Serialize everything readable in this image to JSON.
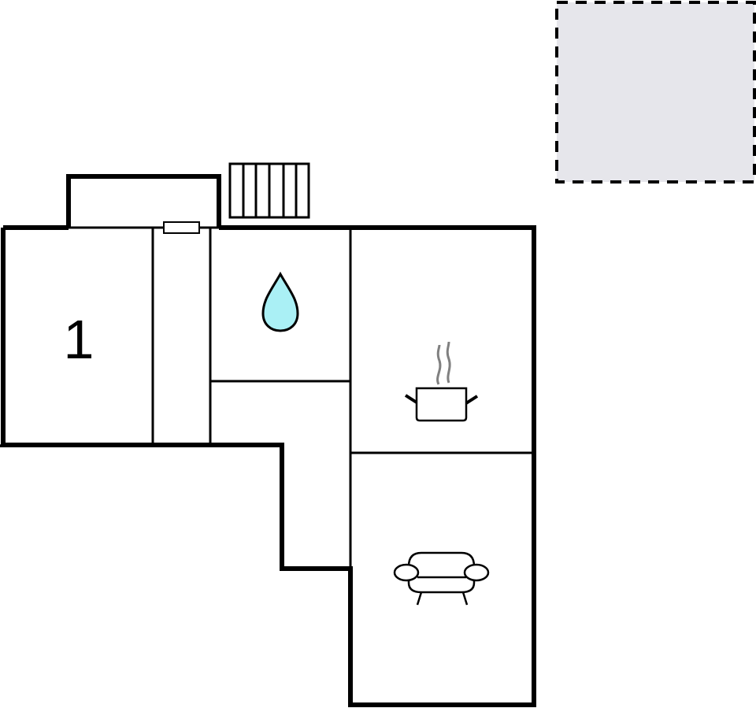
{
  "floorplan": {
    "rooms": [
      {
        "id": "bedroom-1",
        "label": "1",
        "type": "bedroom"
      },
      {
        "id": "hallway",
        "label": "",
        "type": "hallway"
      },
      {
        "id": "bathroom",
        "label": "",
        "type": "bathroom",
        "icon": "water-drop-icon"
      },
      {
        "id": "kitchen",
        "label": "",
        "type": "kitchen",
        "icon": "cooking-pot-icon"
      },
      {
        "id": "living-room",
        "label": "",
        "type": "living-room",
        "icon": "armchair-icon"
      },
      {
        "id": "corridor",
        "label": "",
        "type": "corridor"
      },
      {
        "id": "porch",
        "label": "",
        "type": "porch"
      }
    ],
    "stairs": {
      "steps": 6
    },
    "outdoor_area": {
      "type": "terrace",
      "style": "dashed",
      "fill": "#e6e6eb"
    },
    "colors": {
      "wall": "#000000",
      "water": "#aaf0f5",
      "steam": "#808080",
      "background": "#ffffff"
    }
  }
}
